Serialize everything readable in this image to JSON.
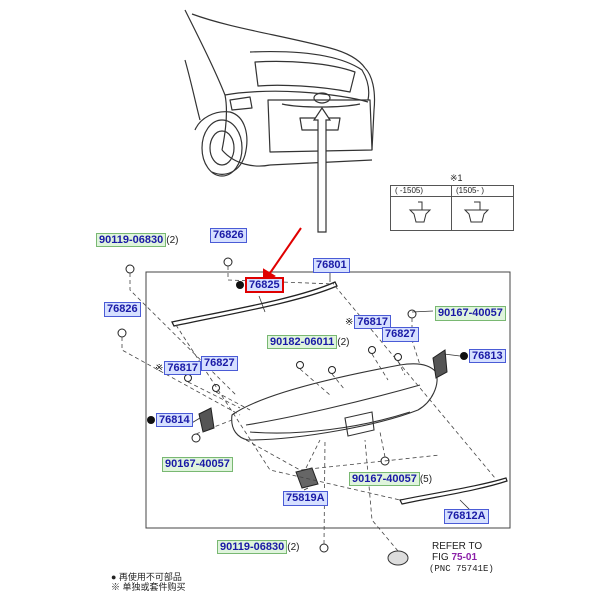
{
  "parts": {
    "p90119_top": {
      "code": "90119-06830",
      "qty": "(2)"
    },
    "p76826_top": "76826",
    "p76801": "76801",
    "p76825": "76825",
    "p76826_left": "76826",
    "p90167_right": "90167-40057",
    "p76817_right": "76817",
    "p76827_right": "76827",
    "p90182": {
      "code": "90182-06011",
      "qty": "(2)"
    },
    "p76813": "76813",
    "p76817_left": "76817",
    "p76827_left": "76827",
    "p76814": "76814",
    "p90167_left": "90167-40057",
    "p90167_bottom": {
      "code": "90167-40057",
      "qty": "(5)"
    },
    "p75819A": "75819A",
    "p76812A": "76812A",
    "p90119_bottom": {
      "code": "90119-06830",
      "qty": "(2)"
    }
  },
  "refer": {
    "line1": "REFER TO",
    "line2_prefix": "FIG ",
    "fig_number": "75-01",
    "line3": "(PNC 75741E)"
  },
  "legend_table": {
    "mark": "※1",
    "col1": "(    -1505)",
    "col2": "(1505-    )"
  },
  "footnotes": [
    "● 再使用不可部品",
    "※ 单独或套件购买"
  ],
  "colors": {
    "part_fill": "#d6e0ff",
    "fastener_fill": "#dff4dc",
    "highlight": "#e00000",
    "fig_ref": "#8b1fa8"
  }
}
